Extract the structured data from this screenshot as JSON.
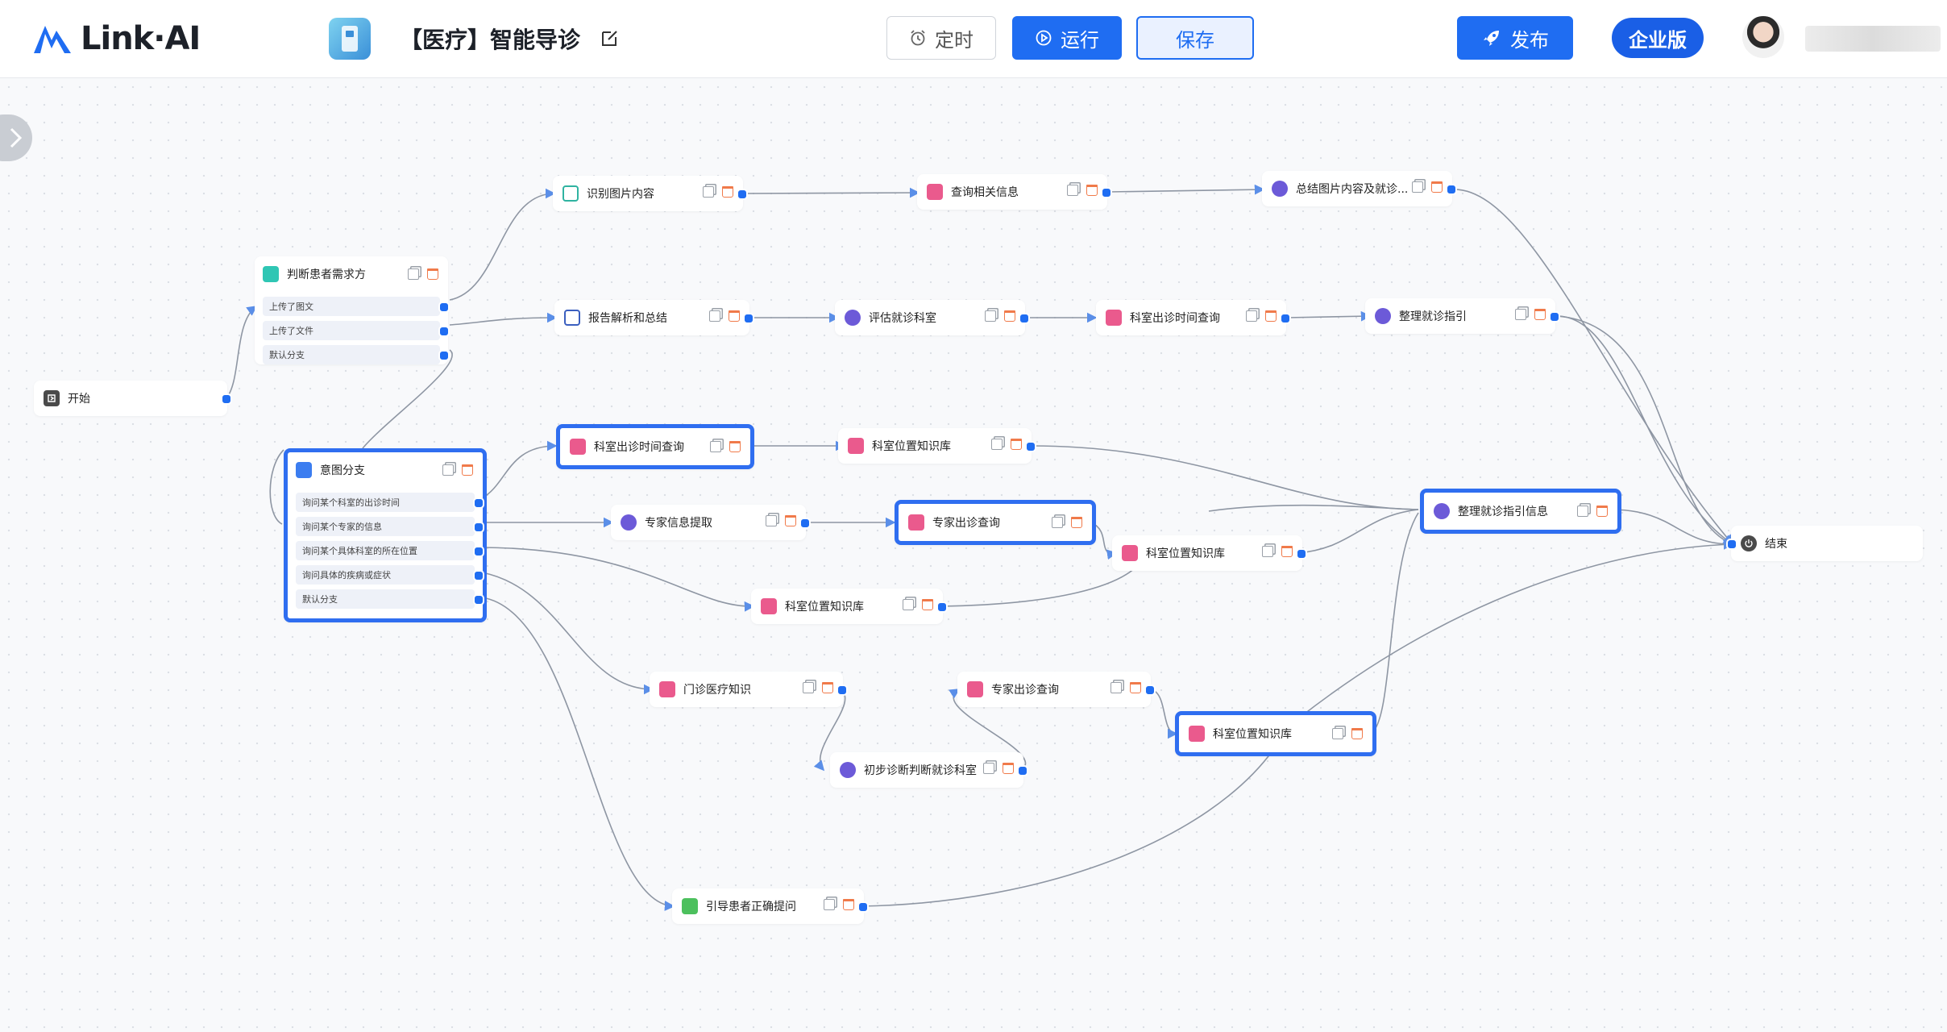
{
  "header": {
    "brand": "Link·AI",
    "app_title": "【医疗】智能导诊",
    "buttons": {
      "timer": "定时",
      "run": "运行",
      "save": "保存",
      "publish": "发布",
      "enterprise": "企业版"
    }
  },
  "colors": {
    "primary": "#1f6df2",
    "highlight": "#2f6ef0",
    "edge": "#8e96a3"
  },
  "nodes": {
    "start": "开始",
    "judge": "判断患者需求方",
    "judge_branches": [
      "上传了图文",
      "上传了文件",
      "默认分支"
    ],
    "identify_image": "识别图片内容",
    "query_info": "查询相关信息",
    "summary_image": "总结图片内容及就诊...",
    "report_parse": "报告解析和总结",
    "eval_dept": "评估就诊科室",
    "dept_time_1": "科室出诊时间查询",
    "guide_1": "整理就诊指引",
    "intent": "意图分支",
    "intent_branches": [
      "询问某个科室的出诊时间",
      "询问某个专家的信息",
      "询问某个具体科室的所在位置",
      "询问具体的疾病或症状",
      "默认分支"
    ],
    "dept_time_2": "科室出诊时间查询",
    "dept_loc_1": "科室位置知识库",
    "expert_info": "专家信息提取",
    "expert_query_1": "专家出诊查询",
    "dept_loc_2": "科室位置知识库",
    "guide_info": "整理就诊指引信息",
    "end": "结束",
    "dept_loc_3": "科室位置知识库",
    "outpatient_kb": "门诊医疗知识",
    "expert_query_2": "专家出诊查询",
    "dept_loc_4": "科室位置知识库",
    "prelim_diag": "初步诊断判断就诊科室",
    "guide_question": "引导患者正确提问"
  }
}
